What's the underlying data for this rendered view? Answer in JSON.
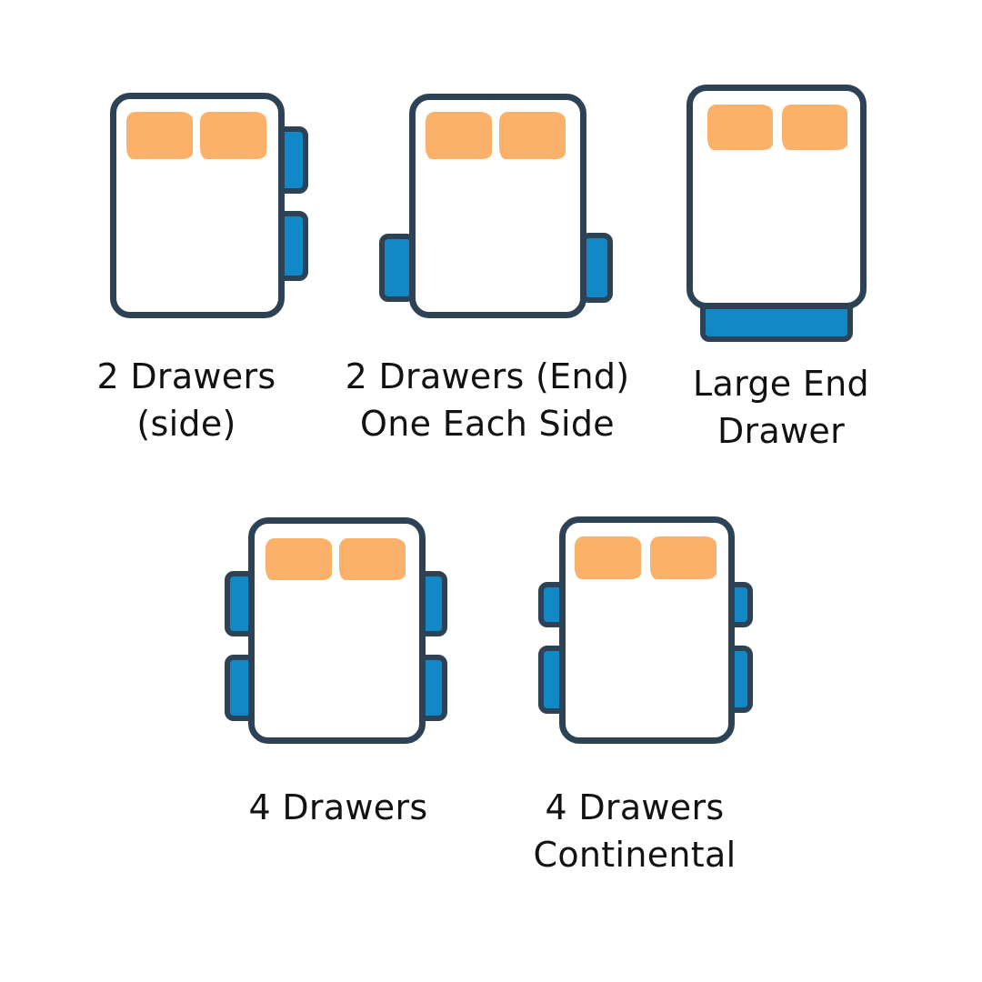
{
  "palette": {
    "background": "#ffffff",
    "outline": "#2d4355",
    "drawer_blue": "#1289c6",
    "pillow_orange": "#fbb169",
    "text": "#121212"
  },
  "figures": [
    {
      "id": "2-drawers-side",
      "caption_lines": [
        "2 Drawers",
        "(side)"
      ],
      "drawer_count": 2,
      "drawer_placement": "two drawers on right side"
    },
    {
      "id": "2-drawers-end-one-each-side",
      "caption_lines": [
        "2 Drawers (End)",
        "One Each Side"
      ],
      "drawer_count": 2,
      "drawer_placement": "one drawer each side near foot end"
    },
    {
      "id": "large-end-drawer",
      "caption_lines": [
        "Large End",
        "Drawer"
      ],
      "drawer_count": 1,
      "drawer_placement": "one large drawer across foot end"
    },
    {
      "id": "4-drawers",
      "caption_lines": [
        "4 Drawers"
      ],
      "drawer_count": 4,
      "drawer_placement": "two equal drawers each side"
    },
    {
      "id": "4-drawers-continental",
      "caption_lines": [
        "4 Drawers",
        "Continental"
      ],
      "drawer_count": 4,
      "drawer_placement": "short head drawer and long foot drawer each side"
    }
  ]
}
